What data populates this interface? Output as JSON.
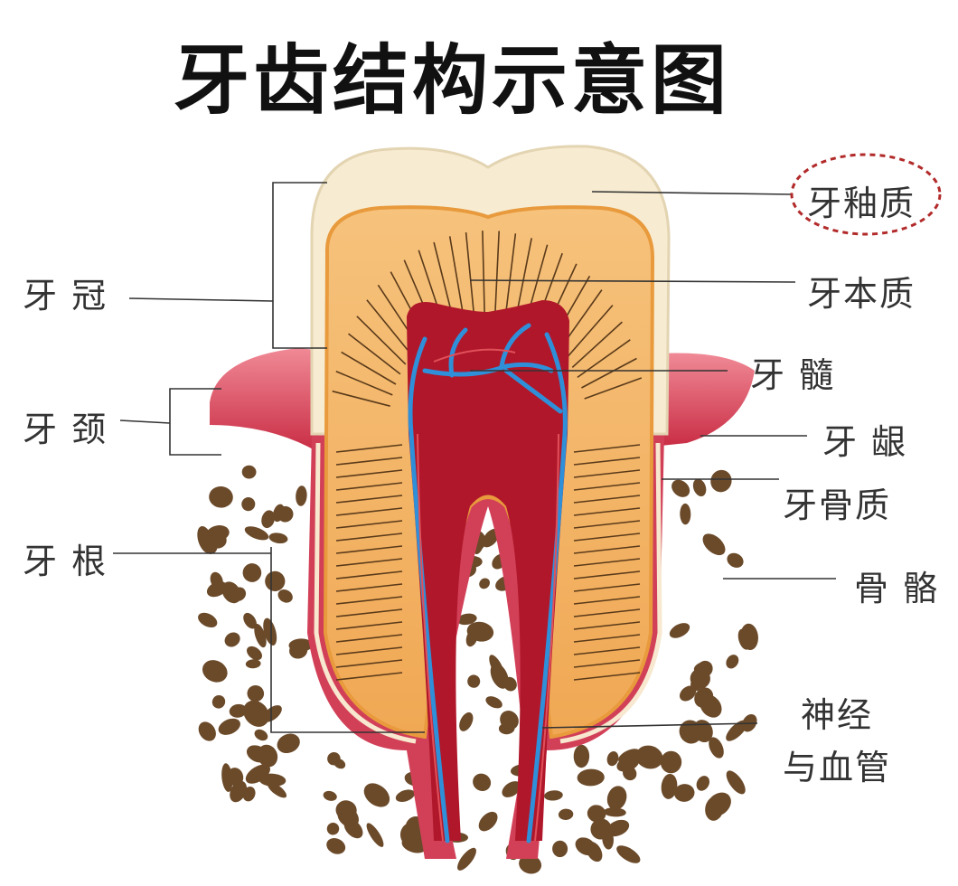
{
  "title": "牙齿结构示意图",
  "labels": {
    "crown": "牙 冠",
    "neck": "牙 颈",
    "root": "牙 根",
    "enamel": "牙釉质",
    "dentin": "牙本质",
    "pulp": "牙 髓",
    "gum": "牙 龈",
    "cementum": "牙骨质",
    "bone": "骨 骼",
    "nerve_line1": "神经",
    "nerve_line2": "与血管"
  },
  "colors": {
    "enamel": "#f6ecd6",
    "dentin": "#f2b86a",
    "pulp": "#b0172a",
    "gum": "#d9455b",
    "bone_spot": "#6b4a2a",
    "nerve": "#2f8fd8",
    "highlight_circle": "#b22a2a"
  }
}
